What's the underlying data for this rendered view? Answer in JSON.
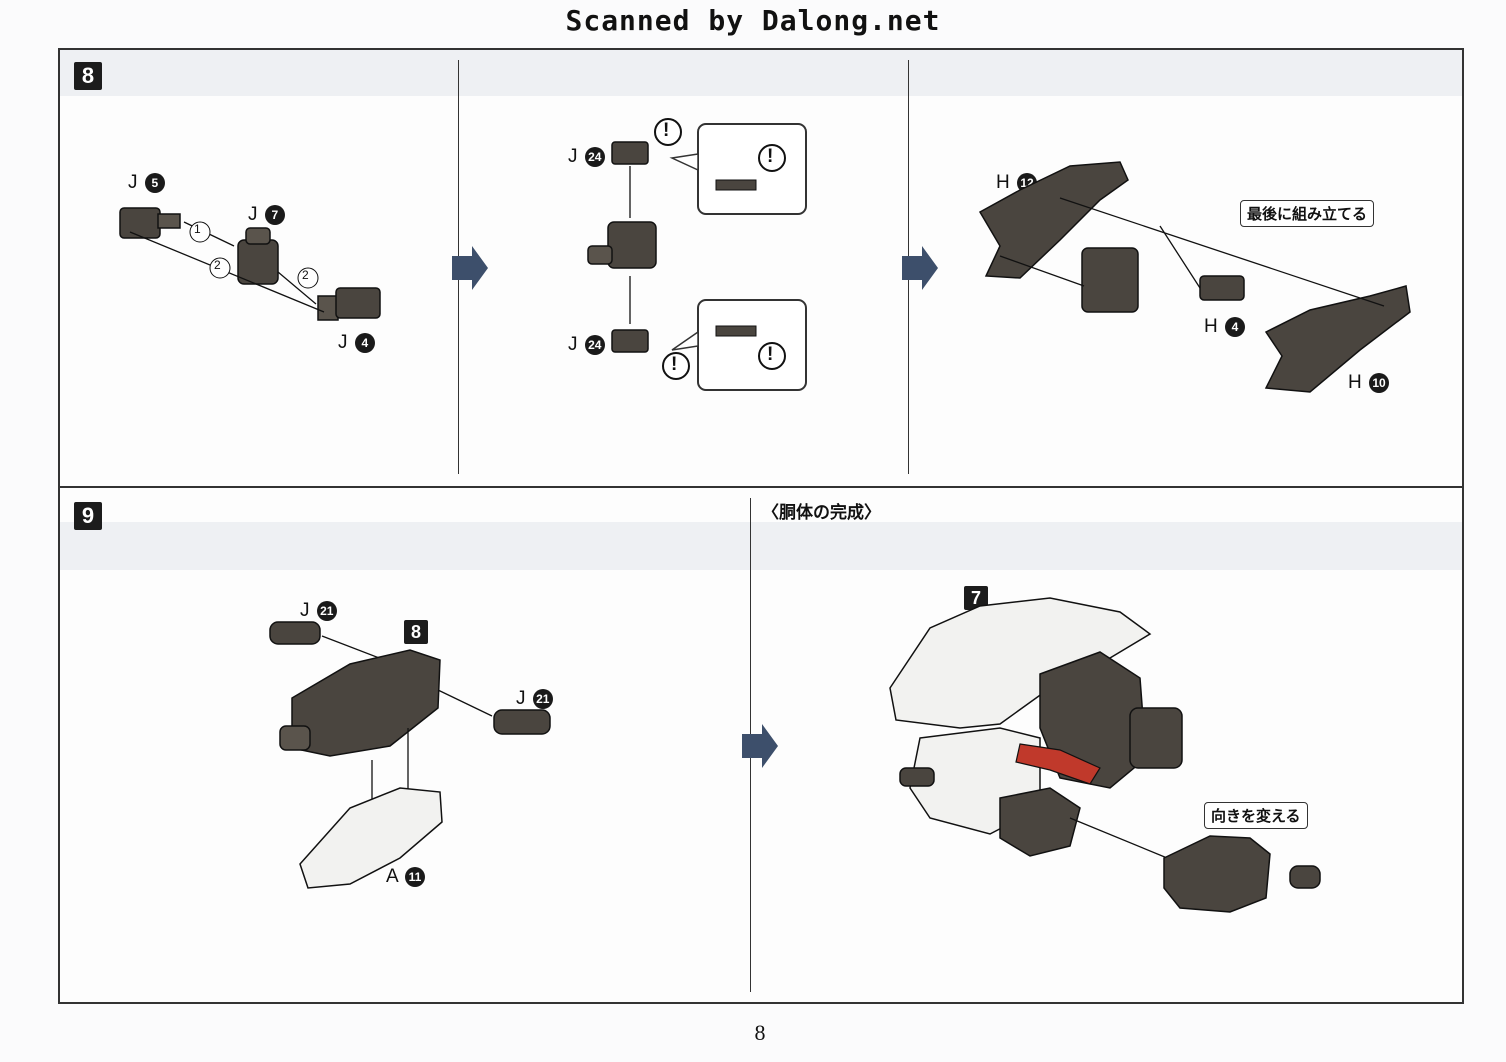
{
  "header": {
    "scanner_text": "Scanned by Dalong.net"
  },
  "footer": {
    "page_number": "8"
  },
  "steps": [
    {
      "number": "8",
      "panels": [
        {
          "parts": [
            {
              "letter": "J",
              "num": "5"
            },
            {
              "letter": "J",
              "num": "7"
            },
            {
              "letter": "J",
              "num": "4"
            }
          ],
          "order_marks": [
            "1",
            "2",
            "2"
          ]
        },
        {
          "parts": [
            {
              "letter": "J",
              "num": "24"
            },
            {
              "letter": "J",
              "num": "24"
            }
          ],
          "warning_icon": "!"
        },
        {
          "parts": [
            {
              "letter": "H",
              "num": "12"
            },
            {
              "letter": "H",
              "num": "4"
            },
            {
              "letter": "H",
              "num": "10"
            }
          ],
          "note": "最後に組み立てる"
        }
      ]
    },
    {
      "number": "9",
      "panels": [
        {
          "parts": [
            {
              "letter": "J",
              "num": "21"
            },
            {
              "letter": "J",
              "num": "21"
            },
            {
              "letter": "A",
              "num": "11"
            }
          ],
          "ref_step": "8"
        },
        {
          "section_title": "〈胴体の完成〉",
          "ref_step": "7",
          "note": "向きを変える"
        }
      ]
    }
  ],
  "colors": {
    "part_dark": "#4a453f",
    "part_light": "#f2f2f0",
    "accent_red": "#c0392b",
    "frame": "#333333"
  }
}
